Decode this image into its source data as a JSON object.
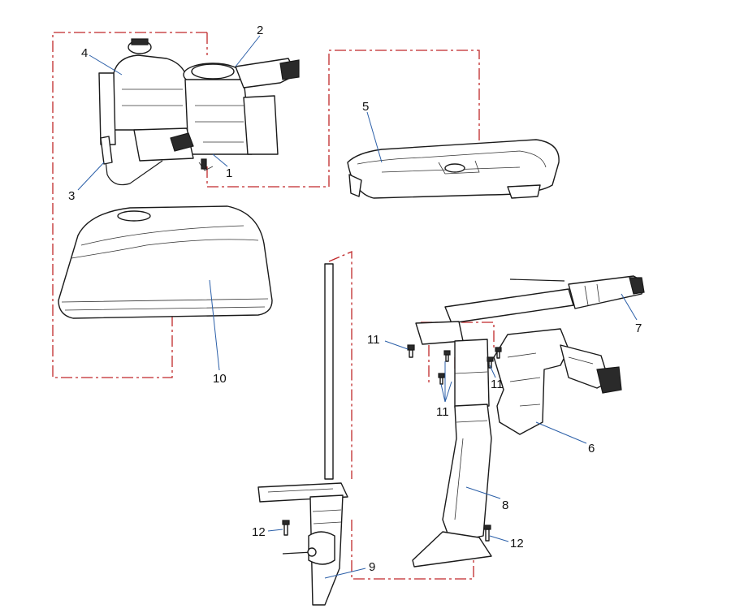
{
  "callouts": {
    "c1": "1",
    "c2": "2",
    "c3": "3",
    "c4": "4",
    "c5": "5",
    "c6": "6",
    "c7": "7",
    "c8": "8",
    "c9": "9",
    "c10": "10",
    "c11a": "11",
    "c11b": "11",
    "c11c": "11",
    "c12a": "12",
    "c12b": "12"
  },
  "colors": {
    "assembly_dashline": "#c0282a",
    "leader_line": "#2b5fa8",
    "part_outline": "#1a1a1a"
  }
}
